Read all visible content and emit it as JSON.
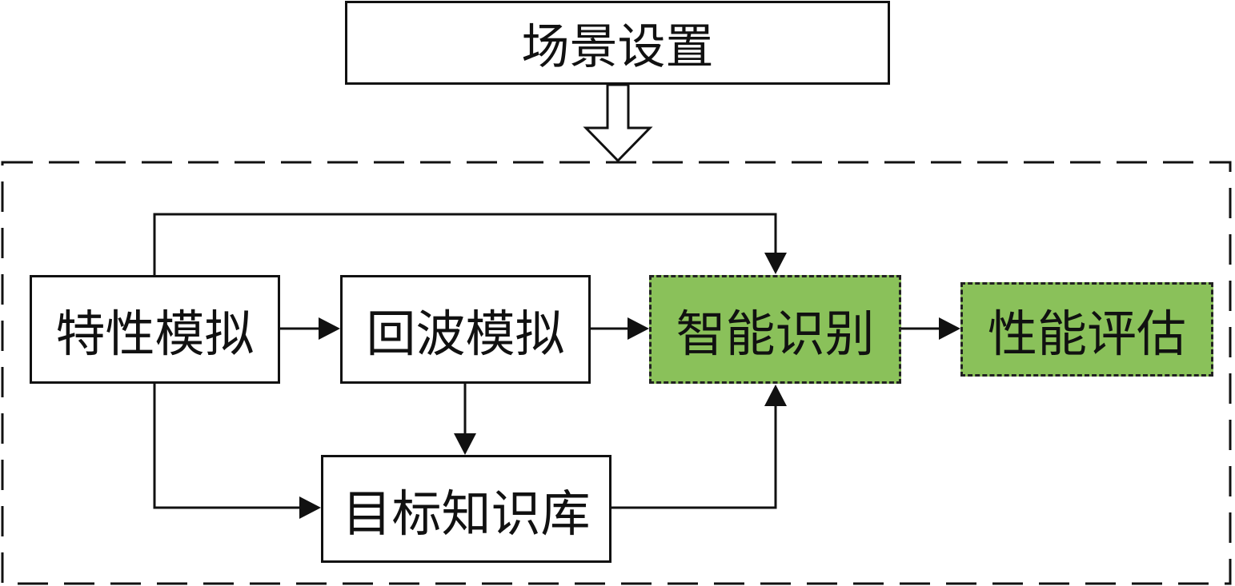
{
  "diagram": {
    "nodes": {
      "scene_setup": "场景设置",
      "characteristic_simulation": "特性模拟",
      "echo_simulation": "回波模拟",
      "intelligent_recognition": "智能识别",
      "performance_evaluation": "性能评估",
      "target_knowledge_base": "目标知识库"
    },
    "edges": [
      {
        "from": "scene_setup",
        "to": "simulation_group",
        "style": "hollow-arrow"
      },
      {
        "from": "characteristic_simulation",
        "to": "echo_simulation"
      },
      {
        "from": "characteristic_simulation",
        "to": "intelligent_recognition"
      },
      {
        "from": "characteristic_simulation",
        "to": "target_knowledge_base"
      },
      {
        "from": "echo_simulation",
        "to": "intelligent_recognition"
      },
      {
        "from": "echo_simulation",
        "to": "target_knowledge_base"
      },
      {
        "from": "target_knowledge_base",
        "to": "intelligent_recognition"
      },
      {
        "from": "intelligent_recognition",
        "to": "performance_evaluation"
      }
    ],
    "colors": {
      "highlight_fill": "#8ac15a",
      "line": "#111111",
      "background": "#ffffff"
    }
  }
}
